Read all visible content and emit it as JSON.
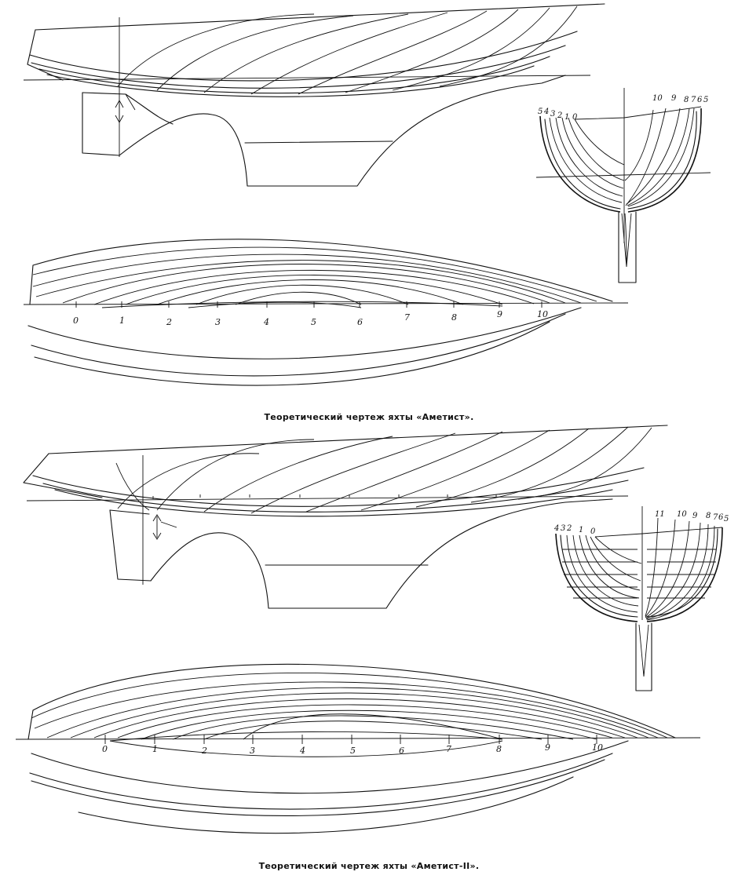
{
  "drawing1": {
    "caption": "Теоретический чертеж яхты «Аметист».",
    "stations_plan": [
      "0",
      "1",
      "2",
      "3",
      "4",
      "5",
      "6",
      "7",
      "8",
      "9",
      "10"
    ],
    "body_left": [
      "5",
      "4",
      "3",
      "2",
      "1",
      "0"
    ],
    "body_right": [
      "10",
      "9",
      "8",
      "7",
      "6",
      "5"
    ]
  },
  "drawing2": {
    "caption": "Теоретический чертеж яхты «Аметист-II».",
    "stations_plan": [
      "0",
      "1",
      "2",
      "3",
      "4",
      "5",
      "6",
      "7",
      "8",
      "9",
      "10"
    ],
    "body_left": [
      "4",
      "3",
      "2",
      "1",
      "0"
    ],
    "body_right": [
      "11",
      "10",
      "9",
      "8",
      "7",
      "6",
      "5"
    ]
  }
}
